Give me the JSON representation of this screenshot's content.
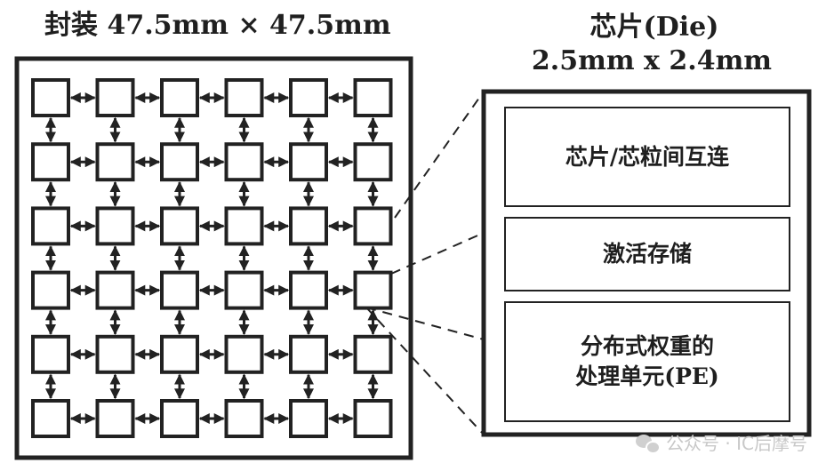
{
  "package_title": "封装 47.5mm × 47.5mm",
  "die_title_line1": "芯片(Die)",
  "die_title_line2": "2.5mm x 2.4mm",
  "grid": {
    "rows": 6,
    "cols": 6,
    "connection": "bidirectional-arrows"
  },
  "die_blocks": [
    {
      "line1": "芯片/芯粒间互连",
      "line2": ""
    },
    {
      "line1": "激活存储",
      "line2": ""
    },
    {
      "line1": "分布式权重的",
      "line2": "处理单元(PE)"
    }
  ],
  "watermark": {
    "text": "公众号 · IC后摩号",
    "icon": "wechat-icon"
  }
}
